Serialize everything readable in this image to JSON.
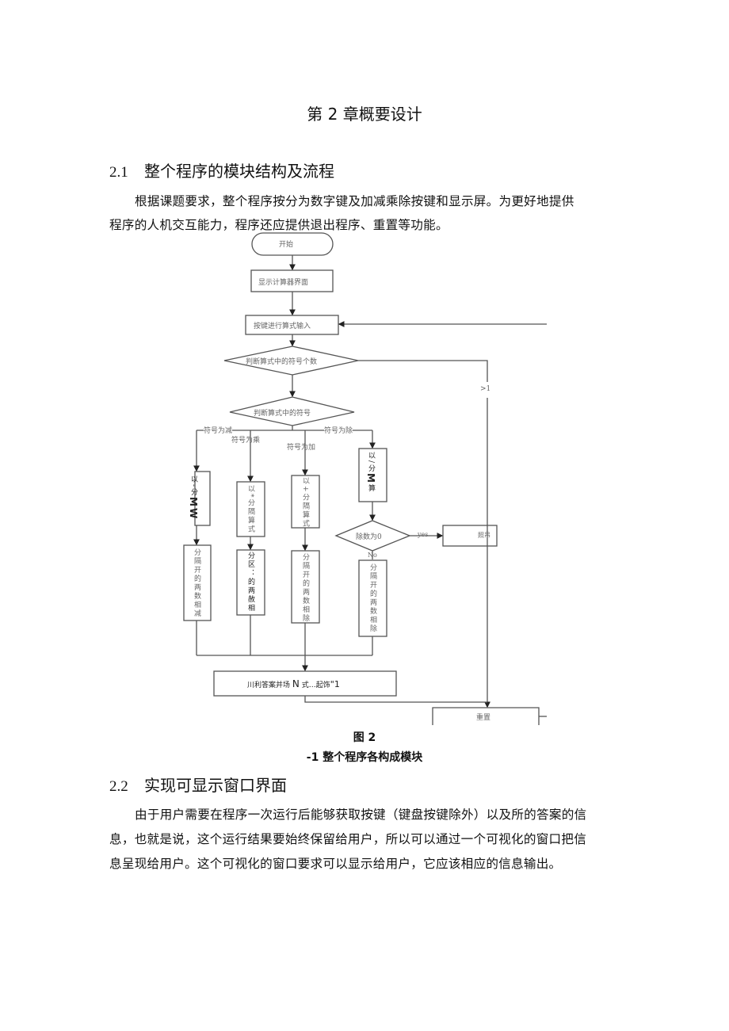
{
  "chapter_title": "第 2 章概要设计",
  "section1": {
    "number": "2.1",
    "title": "整个程序的模块结构及流程",
    "lines": [
      "根据课题要求，整个程序按分为数字键及加减乘除按键和显示屏。为更好地提供",
      "程序的人机交互能力，程序还应提供退出程序、重置等功能。"
    ]
  },
  "flowchart": {
    "start": "开始",
    "show_ui": "显示计算器界面",
    "input": "按键进行算式输入",
    "decision_count": "判断算式中的符号个数",
    "gt1": ">1",
    "decision_symbol": "判断算式中的符号",
    "branch_minus": "符号为减",
    "branch_mul": "符号为乘",
    "branch_add": "符号为加",
    "branch_div": "符号为除",
    "minus_split": "以-分",
    "minus_split_b": "MW",
    "mul_split": "以*分隔算式",
    "add_split": "以+分隔算式",
    "div_split": "以/分",
    "div_split_b": "M",
    "div_split_c": "算",
    "minus_calc": "分隔开的两数相减",
    "mul_calc": "分区：的两赦相",
    "add_calc": "分隔开的两数相除",
    "div_calc": "分隔开的两数相除",
    "div_zero": "除数为0",
    "yes": "yes",
    "no": "No",
    "error": "照吊",
    "result": "川利答案并场",
    "result_b": "N",
    "result_c": "式…起饰",
    "result_d": "\"1",
    "reset": "重置"
  },
  "caption": {
    "line1": "图 2",
    "line2": "-1 整个程序各构成模块"
  },
  "section2": {
    "number": "2.2",
    "title": "实现可显示窗口界面",
    "lines": [
      "由于用户需要在程序一次运行后能够获取按键（键盘按键除外）以及所的答案的信",
      "息，也就是说，这个运行结果要始终保留给用户，所以可以通过一个可视化的窗口把信",
      "息呈现给用户。这个可视化的窗口要求可以显示给用户，它应该相应的信息输出。"
    ]
  }
}
